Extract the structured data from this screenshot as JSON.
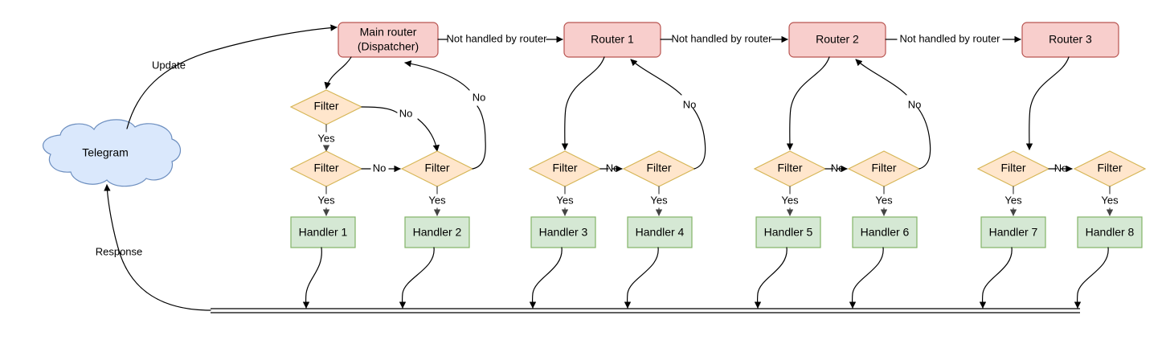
{
  "diagram": {
    "title": "Telegram bot update routing flow",
    "colors": {
      "router_fill": "#f8cecc",
      "router_stroke": "#b85450",
      "filter_fill": "#ffe6cc",
      "filter_stroke": "#d6b656",
      "handler_fill": "#d5e8d4",
      "handler_stroke": "#82b366",
      "cloud_fill": "#dae8fc",
      "cloud_stroke": "#6c8ebf",
      "edge_stroke": "#000000",
      "background": "#ffffff"
    },
    "cloud": {
      "label": "Telegram"
    },
    "routers": [
      {
        "id": "main-router",
        "line1": "Main router",
        "line2": "(Dispatcher)"
      },
      {
        "id": "router-1",
        "line1": "Router 1",
        "line2": ""
      },
      {
        "id": "router-2",
        "line1": "Router 2",
        "line2": ""
      },
      {
        "id": "router-3",
        "line1": "Router 3",
        "line2": ""
      }
    ],
    "filters": [
      {
        "id": "filter-a1",
        "label": "Filter"
      },
      {
        "id": "filter-a2",
        "label": "Filter"
      },
      {
        "id": "filter-a3",
        "label": "Filter"
      },
      {
        "id": "filter-b1",
        "label": "Filter"
      },
      {
        "id": "filter-b2",
        "label": "Filter"
      },
      {
        "id": "filter-c1",
        "label": "Filter"
      },
      {
        "id": "filter-c2",
        "label": "Filter"
      },
      {
        "id": "filter-d1",
        "label": "Filter"
      },
      {
        "id": "filter-d2",
        "label": "Filter"
      }
    ],
    "handlers": [
      {
        "id": "handler-1",
        "label": "Handler 1"
      },
      {
        "id": "handler-2",
        "label": "Handler 2"
      },
      {
        "id": "handler-3",
        "label": "Handler 3"
      },
      {
        "id": "handler-4",
        "label": "Handler 4"
      },
      {
        "id": "handler-5",
        "label": "Handler 5"
      },
      {
        "id": "handler-6",
        "label": "Handler 6"
      },
      {
        "id": "handler-7",
        "label": "Handler 7"
      },
      {
        "id": "handler-8",
        "label": "Handler 8"
      }
    ],
    "edge_labels": {
      "update": "Update",
      "response": "Response",
      "not_handled_1": "Not handled by router",
      "not_handled_2": "Not handled by router",
      "not_handled_3": "Not handled by router",
      "yes_1": "Yes",
      "yes_2": "Yes",
      "yes_3": "Yes",
      "yes_4": "Yes",
      "yes_5": "Yes",
      "yes_6": "Yes",
      "yes_7": "Yes",
      "yes_8": "Yes",
      "yes_9": "Yes",
      "no_a_top": "No",
      "no_a_return": "No",
      "no_a_mid": "No",
      "no_b_return": "No",
      "no_b_mid": "No",
      "no_c_return": "No",
      "no_c_mid": "No",
      "no_d_mid": "No"
    }
  }
}
